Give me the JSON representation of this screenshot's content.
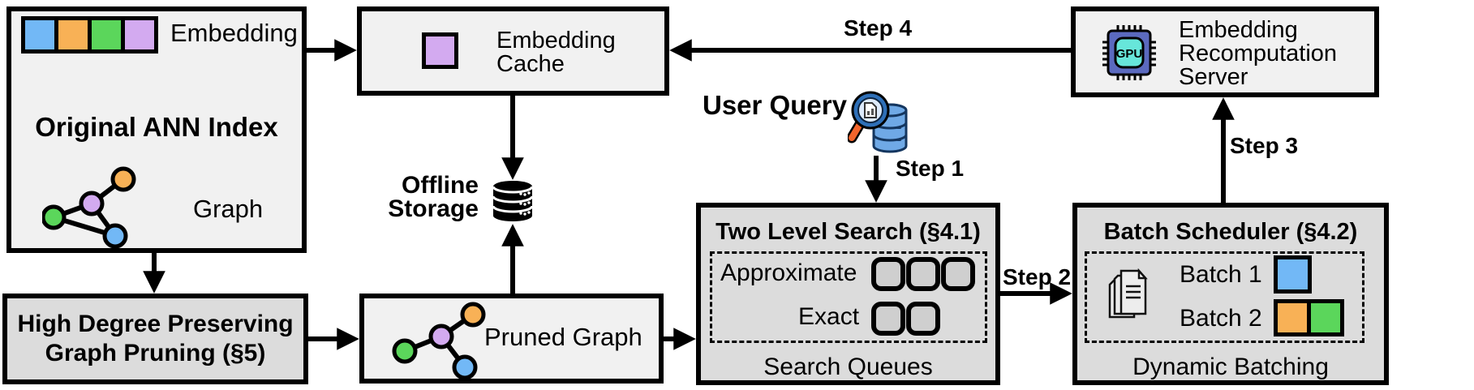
{
  "original_ann_index": {
    "title": "Original ANN Index",
    "embedding_label": "Embedding",
    "graph_label": "Graph"
  },
  "embedding_cache": {
    "label": "Embedding\nCache"
  },
  "offline_storage": {
    "label": "Offline\nStorage"
  },
  "user_query": {
    "label": "User Query"
  },
  "recomputation_server": {
    "label": "Embedding\nRecomputation\nServer",
    "chip_label": "GPU"
  },
  "two_level_search": {
    "title": "Two Level Search (§4.1)",
    "approximate_label": "Approximate",
    "exact_label": "Exact",
    "footer": "Search Queues",
    "approximate_slots": 3,
    "exact_slots": 2
  },
  "batch_scheduler": {
    "title": "Batch Scheduler (§4.2)",
    "batch1_label": "Batch 1",
    "batch2_label": "Batch 2",
    "footer": "Dynamic Batching"
  },
  "high_degree_pruning": {
    "label": "High Degree Preserving\nGraph Pruning (§5)"
  },
  "pruned_graph": {
    "label": "Pruned Graph"
  },
  "steps": {
    "s1": "Step 1",
    "s2": "Step 2",
    "s3": "Step 3",
    "s4": "Step 4"
  },
  "colors": {
    "embedding_blue": "#72b8f6",
    "embedding_orange": "#f8b156",
    "embedding_green": "#5bd65b",
    "embedding_purple": "#d3aaf0",
    "light_box_fill": "#f1f1f1",
    "dark_box_fill": "#dcdcdc",
    "gpu_body": "#5b6abf",
    "gpu_core": "#67e6da",
    "query_handle": "#f2652c",
    "query_db": "#6fa9e6"
  }
}
